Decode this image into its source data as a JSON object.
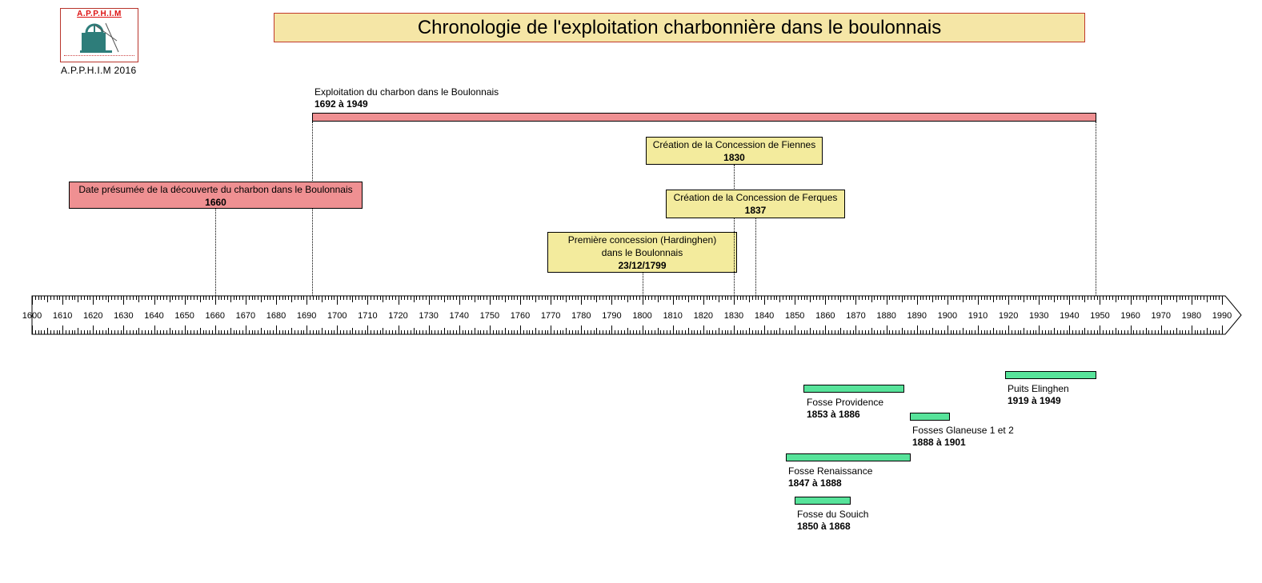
{
  "logo": {
    "title": "A.P.P.H.I.M",
    "caption": "A.P.P.H.I.M 2016"
  },
  "title": "Chronologie de l'exploitation charbonnière dans le boulonnais",
  "axis": {
    "start": 1600,
    "end": 1990,
    "label_step": 10,
    "labels": [
      "1600",
      "1610",
      "1620",
      "1630",
      "1640",
      "1650",
      "1660",
      "1670",
      "1680",
      "1690",
      "1700",
      "1710",
      "1720",
      "1730",
      "1740",
      "1750",
      "1760",
      "1770",
      "1780",
      "1790",
      "1800",
      "1810",
      "1820",
      "1830",
      "1840",
      "1850",
      "1860",
      "1870",
      "1880",
      "1890",
      "1900",
      "1910",
      "1920",
      "1930",
      "1940",
      "1950",
      "1960",
      "1970",
      "1980",
      "1990"
    ]
  },
  "span_main": {
    "label": "Exploitation du charbon dans le Boulonnais",
    "dates": "1692 à 1949",
    "start": 1692,
    "end": 1949
  },
  "events": [
    {
      "label": "Date présumée de la découverte du charbon dans le Boulonnais",
      "date": "1660",
      "year": 1660
    },
    {
      "label": "Première concession (Hardinghen) dans le Boulonnais",
      "date": "23/12/1799",
      "year": 1799.97
    },
    {
      "label": "Création de la Concession de Fiennes",
      "date": "1830",
      "year": 1830
    },
    {
      "label": "Création de la Concession de Ferques",
      "date": "1837",
      "year": 1837
    }
  ],
  "periods": [
    {
      "label": "Fosse Providence",
      "dates": "1853 à 1886",
      "start": 1853,
      "end": 1886
    },
    {
      "label": "Puits Elinghen",
      "dates": "1919 à 1949",
      "start": 1919,
      "end": 1949
    },
    {
      "label": "Fosses Glaneuse 1 et 2",
      "dates": "1888 à 1901",
      "start": 1888,
      "end": 1901
    },
    {
      "label": "Fosse Renaissance",
      "dates": "1847 à 1888",
      "start": 1847,
      "end": 1888
    },
    {
      "label": "Fosse du Souich",
      "dates": "1850 à 1868",
      "start": 1850,
      "end": 1868
    }
  ],
  "colors": {
    "title_bg": "#f5e6a6",
    "event_yellow": "#f3eb9d",
    "event_pink": "#ef9092",
    "period_green": "#57e39a"
  }
}
